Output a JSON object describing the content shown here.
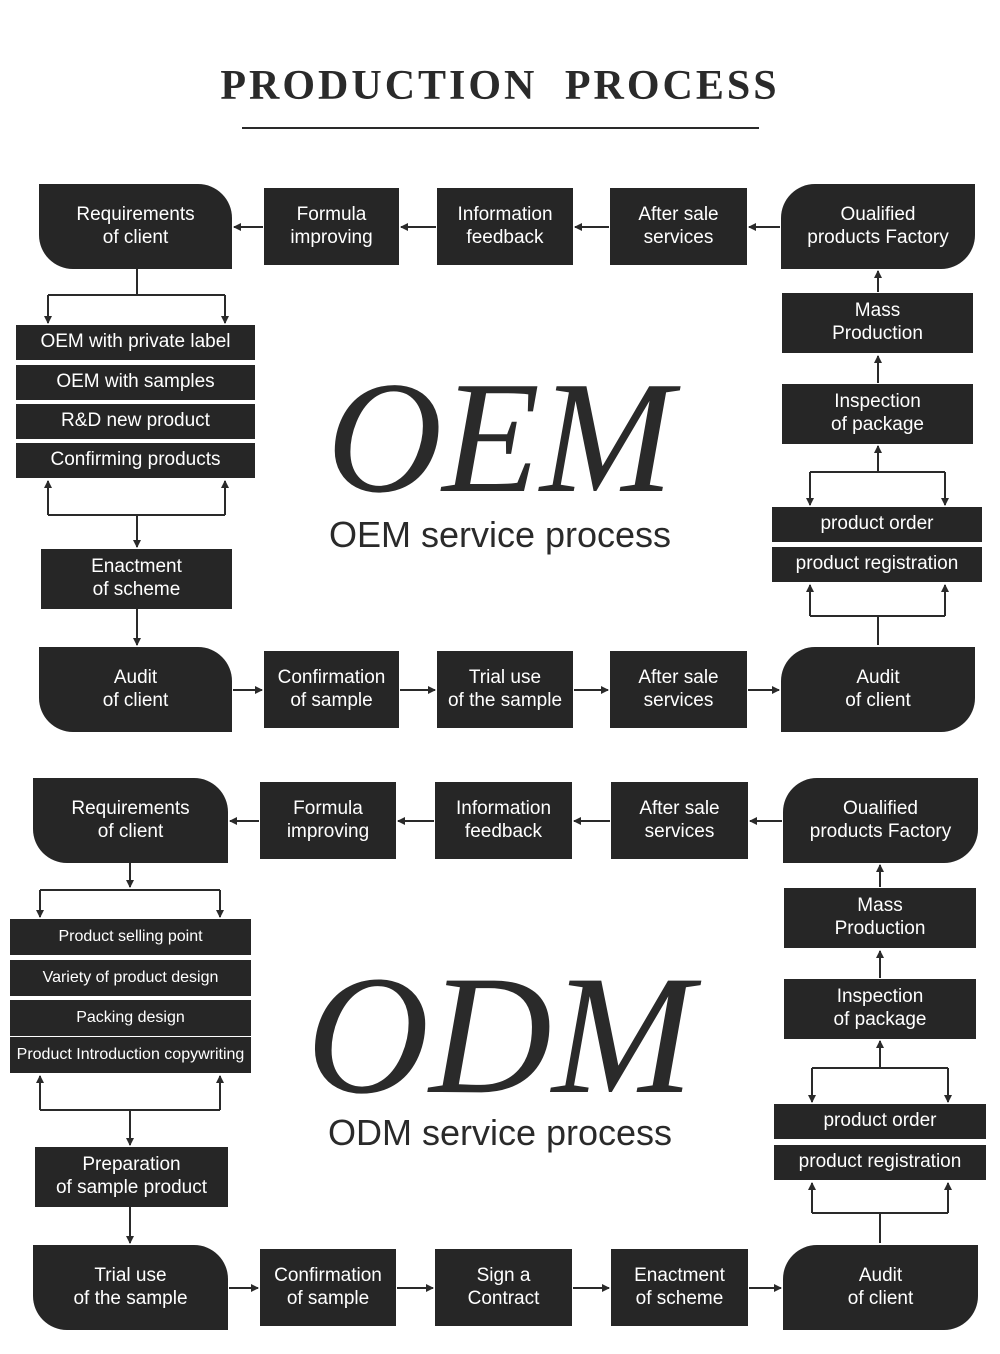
{
  "title": "PRODUCTION  PROCESS",
  "oem": {
    "big_label": "OEM",
    "subtitle": "OEM service process",
    "top_row": [
      "Requirements\nof client",
      "Formula\nimproving",
      "Information\nfeedback",
      "After sale\nservices",
      "Oualified\nproducts Factory"
    ],
    "options": [
      "OEM with private label",
      "OEM with samples",
      "R&D new product",
      "Confirming products"
    ],
    "enactment": "Enactment\nof scheme",
    "bottom_row": [
      "Audit\nof  client",
      "Confirmation\nof sample",
      "Trial use\nof the sample",
      "After sale\nservices",
      "Audit\nof client"
    ],
    "right_col": [
      "Mass\nProduction",
      "Inspection\nof package",
      "product order",
      "product registration"
    ]
  },
  "odm": {
    "big_label": "ODM",
    "subtitle": "ODM service process",
    "top_row": [
      "Requirements\nof client",
      "Formula\nimproving",
      "Information\nfeedback",
      "After sale\nservices",
      "Oualified\nproducts Factory"
    ],
    "options": [
      "Product selling point",
      "Variety of product design",
      "Packing design",
      "Product Introduction copywriting"
    ],
    "preparation": "Preparation\nof sample product",
    "bottom_row": [
      "Trial use\nof the sample",
      "Confirmation\nof sample",
      "Sign a\nContract",
      "Enactment\nof scheme",
      "Audit\nof client"
    ],
    "right_col": [
      "Mass\nProduction",
      "Inspection\nof package",
      "product order",
      "product registration"
    ]
  },
  "colors": {
    "box": "#262626",
    "text": "#ffffff",
    "ink": "#2a2a2a"
  }
}
